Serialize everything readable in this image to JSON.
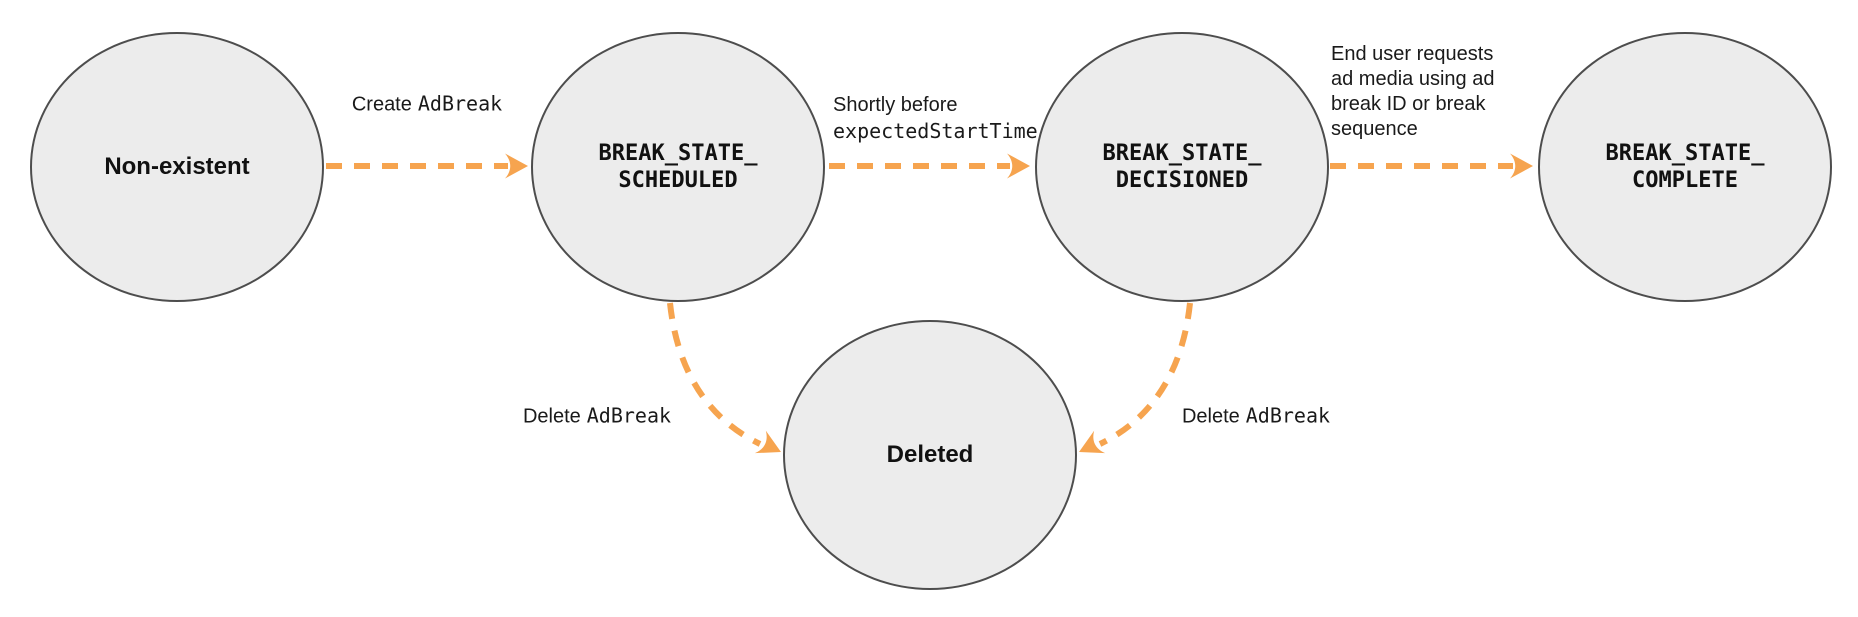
{
  "colors": {
    "arrow_orange": "#f6a44f",
    "node_fill": "#ececec",
    "node_border": "#4d4d4d",
    "text": "#1a1a1a"
  },
  "nodes": [
    {
      "id": "non-existent",
      "label": "Non-existent"
    },
    {
      "id": "break-state-scheduled",
      "lines": [
        "BREAK_STATE_",
        "SCHEDULED"
      ]
    },
    {
      "id": "break-state-decisioned",
      "lines": [
        "BREAK_STATE_",
        "DECISIONED"
      ]
    },
    {
      "id": "break-state-complete",
      "lines": [
        "BREAK_STATE_",
        "COMPLETE"
      ]
    },
    {
      "id": "deleted",
      "label": "Deleted"
    }
  ],
  "edges": [
    {
      "from": "non-existent",
      "to": "break-state-scheduled",
      "label_sans": "Create",
      "label_mono": "AdBreak"
    },
    {
      "from": "break-state-scheduled",
      "to": "break-state-decisioned",
      "line1_sans": "Shortly before",
      "line2_mono": "expectedStartTime"
    },
    {
      "from": "break-state-decisioned",
      "to": "break-state-complete",
      "lines": [
        "End user requests",
        "ad media using ad",
        "break ID or break",
        "sequence"
      ]
    },
    {
      "from": "break-state-scheduled",
      "to": "deleted",
      "label_sans": "Delete",
      "label_mono": "AdBreak"
    },
    {
      "from": "break-state-decisioned",
      "to": "deleted",
      "label_sans": "Delete",
      "label_mono": "AdBreak"
    }
  ]
}
